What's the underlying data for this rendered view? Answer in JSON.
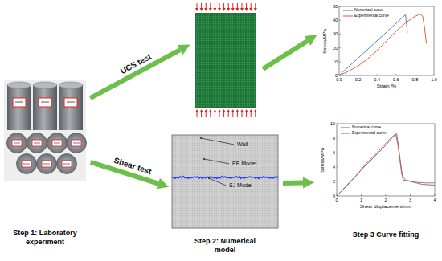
{
  "diagram": {
    "nodes": [
      {
        "text": [
          "Step 1: Laboratory experiment"
        ]
      },
      {
        "text": []
      },
      {
        "text": [
          "Wall",
          "PB Model",
          "SJ Model",
          "Step 2: Numerical model"
        ]
      },
      {
        "text": [
          "Stress/MPa",
          "Strain /%",
          "0",
          "10",
          "20",
          "30",
          "40",
          "50",
          "0.0",
          "0.2",
          "0.4",
          "0.6",
          "0.8",
          "1.0"
        ]
      },
      {
        "text": [
          "Stress/MPa",
          "Shear displacement/mm",
          "0",
          "2",
          "4",
          "6",
          "8",
          "10",
          "0",
          "1",
          "2",
          "3",
          "4",
          "Step 3 Curve fitting"
        ]
      }
    ],
    "edges": [
      {
        "from": 0,
        "to": 1,
        "label": "UCS test",
        "arrow": "to"
      },
      {
        "from": 0,
        "to": 2,
        "label": "Shear test",
        "arrow": "to"
      },
      {
        "from": 1,
        "to": 3,
        "arrow": "to"
      },
      {
        "from": 2,
        "to": 4,
        "arrow": "to"
      }
    ],
    "legend": [
      {
        "text": "Numerical curve"
      },
      {
        "text": "Experimental curve"
      },
      {
        "text": "Numerical curve"
      },
      {
        "text": "Experimental curve"
      }
    ]
  }
}
